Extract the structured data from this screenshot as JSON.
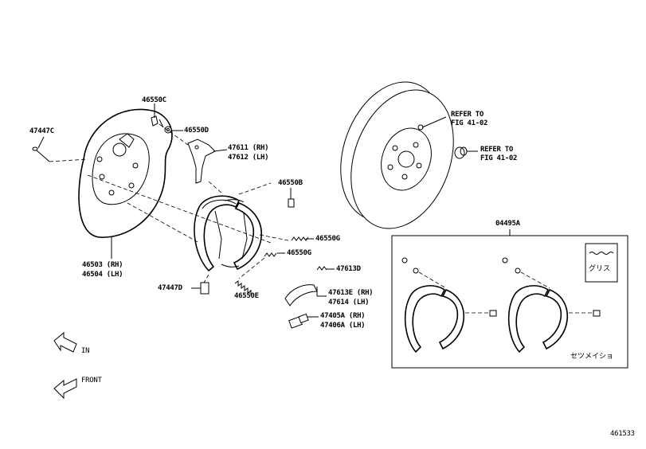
{
  "labels": {
    "p46550C": "46550C",
    "p46550D": "46550D",
    "p47447C": "47447C",
    "p47611_rh": "47611 (RH)",
    "p47612_lh": "47612 (LH)",
    "p46550B": "46550B",
    "p46550G_1": "46550G",
    "p46550G_2": "46550G",
    "p47613D": "47613D",
    "p47613E_rh": "47613E (RH)",
    "p47614_lh": "47614 (LH)",
    "p47405A_rh": "47405A (RH)",
    "p47406A_lh": "47406A (LH)",
    "p46503_rh": "46503 (RH)",
    "p46504_lh": "46504 (LH)",
    "p47447D": "47447D",
    "p46550E": "46550E",
    "p04495A": "04495A",
    "refer1_a": "REFER TO",
    "refer1_b": "FIG 41-02",
    "refer2_a": "REFER TO",
    "refer2_b": "FIG 41-02"
  },
  "kit_box": {
    "grease_label": "グリス",
    "caption": "セツメイショ"
  },
  "direction_arrows": {
    "in_label": "IN",
    "front_label": "FRONT"
  },
  "figure_number": "461533"
}
